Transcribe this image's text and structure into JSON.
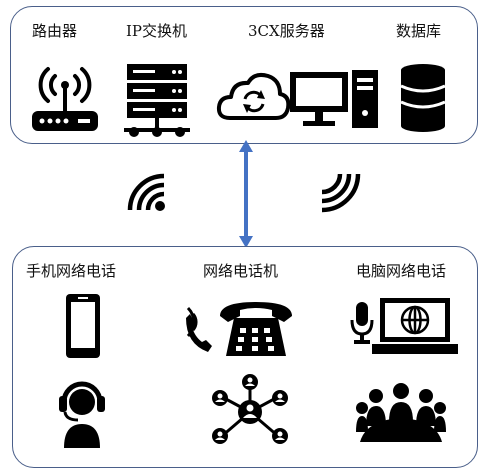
{
  "top": {
    "items": [
      {
        "label": "路由器",
        "icon": "router-icon"
      },
      {
        "label": "IP交换机",
        "icon": "server-rack-icon"
      },
      {
        "label": "3CX服务器",
        "icon": "cloud-sync-desktop-icon"
      },
      {
        "label": "数据库",
        "icon": "database-icon"
      }
    ]
  },
  "bottom": {
    "items": [
      {
        "label": "手机网络电话",
        "icon": "mobile-phone-icon"
      },
      {
        "label": "网络电话机",
        "icon": "desk-phone-icon"
      },
      {
        "label": "电脑网络电话",
        "icon": "laptop-microphone-icon"
      }
    ],
    "row2_icons": [
      "headset-agent-icon",
      "network-people-icon",
      "meeting-group-icon"
    ]
  },
  "colors": {
    "panel_border": "#4a5f8a",
    "arrow": "#4472c4",
    "icon": "#000000"
  }
}
